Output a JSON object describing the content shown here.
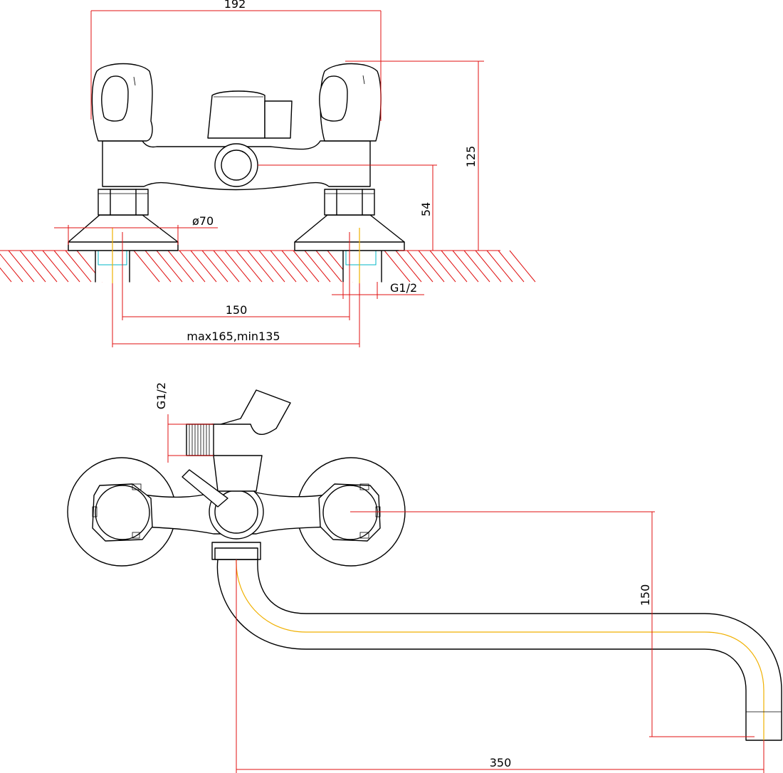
{
  "front_view": {
    "dims": {
      "width_192": "192",
      "height_125": "125",
      "height_54": "54",
      "flange_dia": "ø70",
      "thread": "G1/2",
      "center_distance": "150",
      "adjust_range": "max165,min135"
    }
  },
  "top_view": {
    "dims": {
      "thread": "G1/2",
      "spout_offset": "150",
      "spout_length": "350"
    }
  },
  "colors": {
    "outline": "#000000",
    "dimension": "#e01010",
    "axis": "#f0b000",
    "pipe": "#00b7c7"
  }
}
